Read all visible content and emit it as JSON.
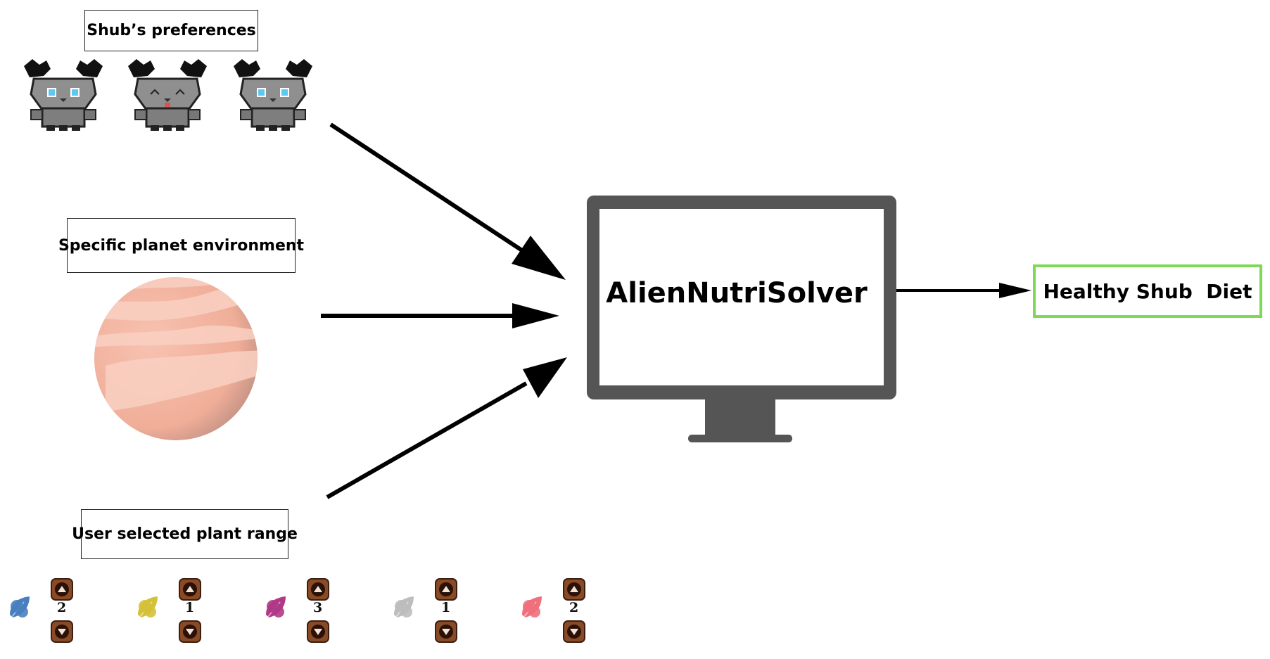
{
  "inputs": {
    "preferences_label": "Shub’s preferences",
    "environment_label": "Specific planet environment",
    "plant_range_label": "User selected plant range"
  },
  "solver": {
    "title": "AlienNutriSolver"
  },
  "output": {
    "label": "Healthy Shub  Diet"
  },
  "shubs": [
    {
      "eyes": "open"
    },
    {
      "eyes": "closed"
    },
    {
      "eyes": "open"
    }
  ],
  "plants": [
    {
      "count": "2",
      "color": "#4a7fbf",
      "icon": "leaf-icon"
    },
    {
      "count": "1",
      "color": "#d4c13a",
      "icon": "leaf-icon"
    },
    {
      "count": "3",
      "color": "#b03a86",
      "icon": "leaf-icon"
    },
    {
      "count": "1",
      "color": "#bdbdbd",
      "icon": "leaf-icon"
    },
    {
      "count": "2",
      "color": "#ef6f7c",
      "icon": "leaf-icon"
    }
  ],
  "colors": {
    "monitor": "#555555",
    "output_border": "#7ed957",
    "planet": "#f5b5a0",
    "stepper": "#8a4a26"
  }
}
